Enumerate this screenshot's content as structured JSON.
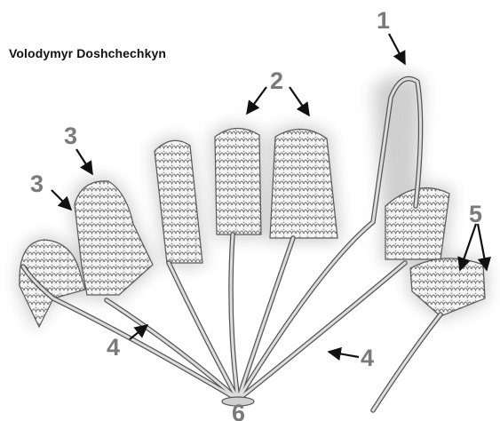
{
  "author": "Volodymyr Doshchechkyn",
  "callouts": {
    "c1": "1",
    "c2": "2",
    "c3a": "3",
    "c3b": "3",
    "c4a": "4",
    "c4b": "4",
    "c5": "5",
    "c6": "6"
  },
  "colors": {
    "thread": "#d9d9d9",
    "thread_edge": "#555555",
    "glow": "#9a9a9a",
    "label": "#7a7a7a",
    "arrow": "#111111"
  }
}
